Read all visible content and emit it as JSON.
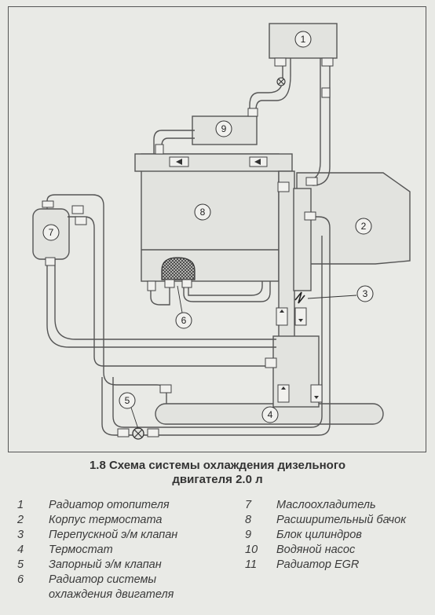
{
  "figure": {
    "caption_line1": "1.8 Схема системы охлаждения дизельного",
    "caption_line2": "двигателя 2.0 л"
  },
  "diagram": {
    "component_numbers": [
      "1",
      "2",
      "3",
      "4",
      "5",
      "6",
      "7",
      "8",
      "9"
    ]
  },
  "legend": {
    "left": [
      {
        "num": "1",
        "text": "Радиатор отопителя"
      },
      {
        "num": "2",
        "text": "Корпус термостата"
      },
      {
        "num": "3",
        "text": "Перепускной э/м клапан"
      },
      {
        "num": "4",
        "text": "Термостат"
      },
      {
        "num": "5",
        "text": "Запорный э/м клапан"
      },
      {
        "num": "6",
        "text": "Радиатор системы\nохлаждения двигателя"
      }
    ],
    "right": [
      {
        "num": "7",
        "text": "Маслоохладитель"
      },
      {
        "num": "8",
        "text": "Расширительный бачок"
      },
      {
        "num": "9",
        "text": "Блок цилиндров"
      },
      {
        "num": "10",
        "text": "Водяной насос"
      },
      {
        "num": "11",
        "text": "Радиатор EGR"
      }
    ]
  },
  "colors": {
    "background": "#e9eae6",
    "line": "#555555",
    "fill": "#dcdcd8"
  }
}
